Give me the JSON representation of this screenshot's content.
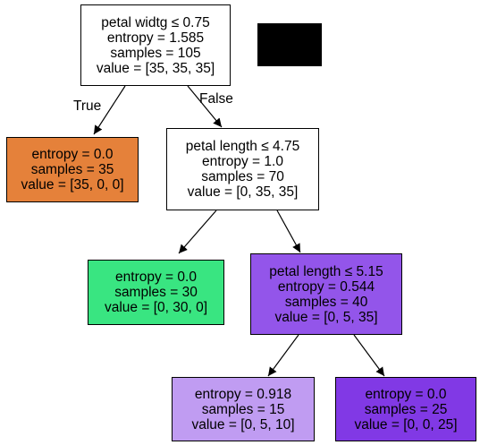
{
  "nodes": {
    "root": {
      "lines": [
        "petal widtg ≤ 0.75",
        "entropy = 1.585",
        "samples = 105",
        "value = [35, 35, 35]"
      ],
      "fill": "#ffffff"
    },
    "left1": {
      "lines": [
        "entropy = 0.0",
        "samples = 35",
        "value = [35, 0, 0]"
      ],
      "fill": "#e5813a"
    },
    "right1": {
      "lines": [
        "petal length ≤ 4.75",
        "entropy = 1.0",
        "samples = 70",
        "value = [0, 35, 35]"
      ],
      "fill": "#ffffff"
    },
    "left2": {
      "lines": [
        "entropy = 0.0",
        "samples = 30",
        "value = [0, 30, 0]"
      ],
      "fill": "#39e581"
    },
    "right2": {
      "lines": [
        "petal length ≤ 5.15",
        "entropy = 0.544",
        "samples = 40",
        "value = [0, 5, 35]"
      ],
      "fill": "#9355ea"
    },
    "left3": {
      "lines": [
        "entropy = 0.918",
        "samples = 15",
        "value = [0, 5, 10]"
      ],
      "fill": "#c09cf2"
    },
    "right3": {
      "lines": [
        "entropy = 0.0",
        "samples = 25",
        "value = [0, 0, 25]"
      ],
      "fill": "#8139e5"
    }
  },
  "edge_labels": {
    "true_label": "True",
    "false_label": "False"
  }
}
